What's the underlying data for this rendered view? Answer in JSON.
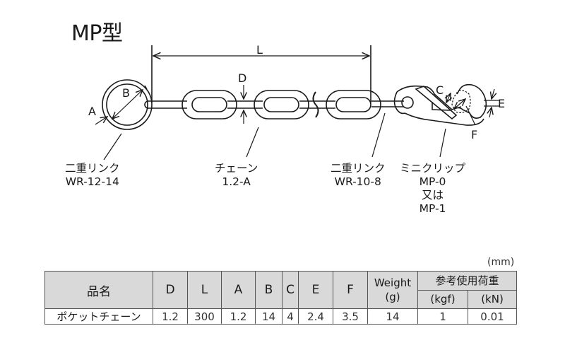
{
  "title": "MP型",
  "dimensions": {
    "L": "L",
    "D": "D",
    "A": "A",
    "B": "B",
    "C": "C",
    "E": "E",
    "F": "F"
  },
  "callouts": [
    {
      "lines": [
        "二重リンク",
        "WR-12-14"
      ]
    },
    {
      "lines": [
        "チェーン",
        "1.2-A"
      ]
    },
    {
      "lines": [
        "二重リンク",
        "WR-10-8"
      ]
    },
    {
      "lines": [
        "ミニクリップ",
        "MP-0",
        "又は",
        "MP-1"
      ]
    }
  ],
  "table": {
    "unit_note": "(mm)",
    "headers": {
      "name": "品名",
      "D": "D",
      "L": "L",
      "A": "A",
      "B": "B",
      "C": "C",
      "E": "E",
      "F": "F",
      "weight_line1": "Weight",
      "weight_line2": "(g)",
      "load_group": "参考使用荷重",
      "load_kgf": "(kgf)",
      "load_kn": "(kN)"
    },
    "rows": [
      {
        "name": "ポケットチェーン",
        "D": "1.2",
        "L": "300",
        "A": "1.2",
        "B": "14",
        "C": "4",
        "E": "2.4",
        "F": "3.5",
        "weight": "14",
        "kgf": "1",
        "kn": "0.01"
      }
    ]
  },
  "colors": {
    "line": "#1a1a1a",
    "header_bg": "#d9d9d9",
    "border": "#555555"
  }
}
